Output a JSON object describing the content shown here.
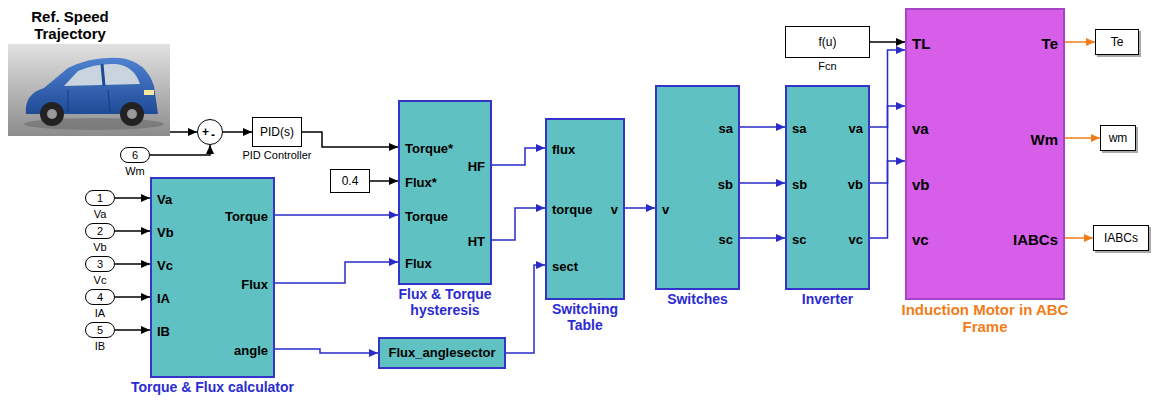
{
  "diagram": {
    "nodes": [
      {
        "text": [
          "Ref. Speed Trajectory"
        ]
      },
      {
        "text": [
          "+",
          "-"
        ]
      },
      {
        "text": [
          "6",
          "Wm"
        ]
      },
      {
        "text": [
          "PID(s)",
          "PID Controller"
        ]
      },
      {
        "text": [
          "1",
          "Va"
        ]
      },
      {
        "text": [
          "2",
          "Vb"
        ]
      },
      {
        "text": [
          "3",
          "Vc"
        ]
      },
      {
        "text": [
          "4",
          "IA"
        ]
      },
      {
        "text": [
          "5",
          "IB"
        ]
      },
      {
        "text": [
          "Va",
          "Vb",
          "Vc",
          "IA",
          "IB",
          "Torque",
          "Flux",
          "angle",
          "Torque & Flux calculator"
        ]
      },
      {
        "text": [
          "Torque*",
          "Flux*",
          "Torque",
          "Flux",
          "HF",
          "HT",
          "Flux & Torque hysteresis"
        ]
      },
      {
        "text": [
          "0.4"
        ]
      },
      {
        "text": [
          "Flux_anglesector"
        ]
      },
      {
        "text": [
          "flux",
          "torque",
          "sect",
          "v",
          "Switching Table"
        ]
      },
      {
        "text": [
          "v",
          "sa",
          "sb",
          "sc",
          "Switches"
        ]
      },
      {
        "text": [
          "sa",
          "sb",
          "sc",
          "va",
          "vb",
          "vc",
          "Inverter"
        ]
      },
      {
        "text": [
          "f(u)",
          "Fcn"
        ]
      },
      {
        "text": [
          "TL",
          "va",
          "vb",
          "vc",
          "Te",
          "Wm",
          "IABCs",
          "Induction Motor in ABC Frame"
        ]
      },
      {
        "text": [
          "Te"
        ]
      },
      {
        "text": [
          "wm"
        ]
      },
      {
        "text": [
          "IABCs"
        ]
      }
    ],
    "edges": [
      {
        "from": 0,
        "to": 1,
        "arrow": "to"
      },
      {
        "from": 2,
        "to": 1,
        "arrow": "to"
      },
      {
        "from": 1,
        "to": 3,
        "arrow": "to"
      },
      {
        "from": 3,
        "to": 10,
        "arrow": "to"
      },
      {
        "from": 11,
        "to": 10,
        "arrow": "to"
      },
      {
        "from": 4,
        "to": 9,
        "arrow": "to"
      },
      {
        "from": 5,
        "to": 9,
        "arrow": "to"
      },
      {
        "from": 6,
        "to": 9,
        "arrow": "to"
      },
      {
        "from": 7,
        "to": 9,
        "arrow": "to"
      },
      {
        "from": 8,
        "to": 9,
        "arrow": "to"
      },
      {
        "from": 9,
        "to": 10,
        "arrow": "to"
      },
      {
        "from": 9,
        "to": 10,
        "arrow": "to"
      },
      {
        "from": 9,
        "to": 12,
        "arrow": "to"
      },
      {
        "from": 10,
        "to": 13,
        "arrow": "to"
      },
      {
        "from": 10,
        "to": 13,
        "arrow": "to"
      },
      {
        "from": 12,
        "to": 13,
        "arrow": "to"
      },
      {
        "from": 13,
        "to": 14,
        "arrow": "to"
      },
      {
        "from": 14,
        "to": 15,
        "arrow": "to"
      },
      {
        "from": 14,
        "to": 15,
        "arrow": "to"
      },
      {
        "from": 14,
        "to": 15,
        "arrow": "to"
      },
      {
        "from": 15,
        "to": 17,
        "arrow": "to"
      },
      {
        "from": 15,
        "to": 17,
        "arrow": "to"
      },
      {
        "from": 15,
        "to": 17,
        "arrow": "to"
      },
      {
        "from": 16,
        "to": 17,
        "arrow": "to"
      },
      {
        "from": 17,
        "to": 18,
        "arrow": "to"
      },
      {
        "from": 17,
        "to": 19,
        "arrow": "to"
      },
      {
        "from": 17,
        "to": 20,
        "arrow": "to"
      }
    ]
  }
}
